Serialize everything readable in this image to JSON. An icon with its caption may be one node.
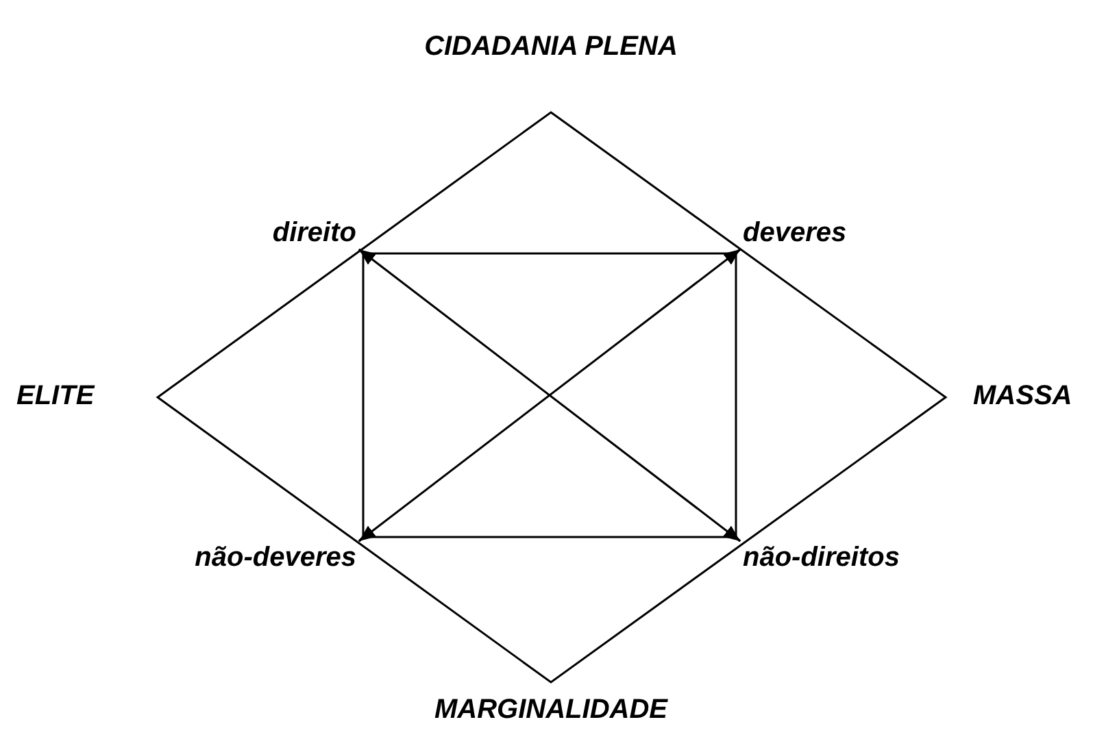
{
  "diagram": {
    "nodes": [
      {
        "text": [
          "direito"
        ]
      },
      {
        "text": [
          "deveres"
        ]
      },
      {
        "text": [
          "não-deveres"
        ]
      },
      {
        "text": [
          "não-direitos"
        ]
      }
    ],
    "edges": [
      {
        "from": 0,
        "to": 1,
        "arrow": "none"
      },
      {
        "from": 0,
        "to": 2,
        "arrow": "none"
      },
      {
        "from": 1,
        "to": 3,
        "arrow": "none"
      },
      {
        "from": 2,
        "to": 3,
        "arrow": "none"
      },
      {
        "from": 0,
        "to": 3,
        "arrow": "both"
      },
      {
        "from": 1,
        "to": 2,
        "arrow": "both"
      }
    ],
    "labels": [
      "CIDADANIA PLENA",
      "ELITE",
      "MASSA",
      "MARGINALIDADE"
    ]
  }
}
